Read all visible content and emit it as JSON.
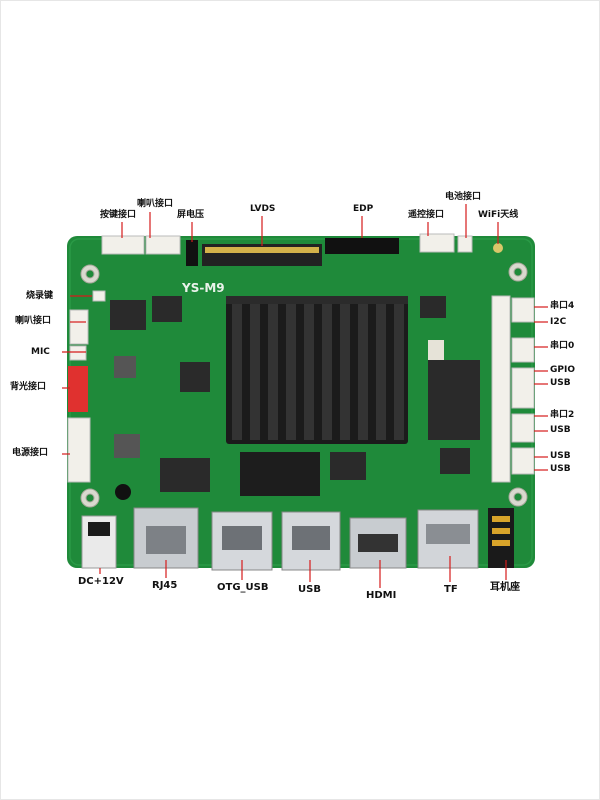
{
  "labels": {
    "keys": "按键接口",
    "speaker_top": "喇叭接口",
    "screen_voltage": "屏电压",
    "lvds": "LVDS",
    "edp": "EDP",
    "battery": "电池接口",
    "remote": "遥控接口",
    "wifi": "WiFi天线",
    "burn_key": "烧录键",
    "speaker_left": "喇叭接口",
    "mic": "MIC",
    "backlight": "背光接口",
    "power": "电源接口",
    "uart4": "串口4",
    "i2c": "I2C",
    "uart0": "串口0",
    "gpio": "GPIO",
    "usb_r1": "USB",
    "uart2": "串口2",
    "usb_r2": "USB",
    "usb_r3": "USB",
    "usb_r4": "USB",
    "dc": "DC+12V",
    "rj45": "RJ45",
    "otg": "OTG_USB",
    "usb_bottom": "USB",
    "hdmi": "HDMI",
    "tf": "TF",
    "earphone": "耳机座",
    "silkscreen": "YS-M9"
  },
  "colors": {
    "pcb": "#1f8a3a",
    "pcb_dark": "#167030",
    "heatsink": "#1b1b1b",
    "connector_white": "#f2f0ea",
    "backlight_red": "#e0312f",
    "metal": "#c8ccd0",
    "arrow": "#d61b1b"
  }
}
